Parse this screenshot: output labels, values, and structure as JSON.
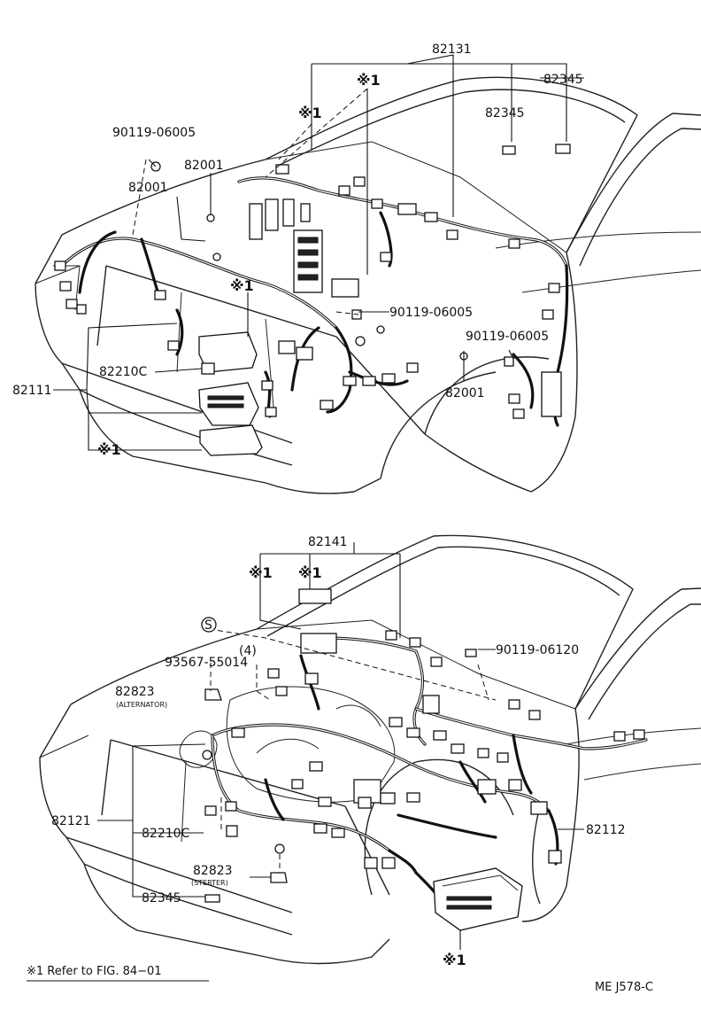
{
  "top": {
    "labels": {
      "l82131": "82131",
      "l82345a": "82345",
      "l82345b": "82345",
      "lref1": "※1",
      "lref2": "※1",
      "lref3": "※1",
      "lref4": "※1",
      "l9011906005a": "90119-06005",
      "l82001a": "82001",
      "l82001b": "82001",
      "l9011906005b": "90119-06005",
      "l9011906005c": "90119-06005",
      "l82001c": "82001",
      "l82210c": "82210C",
      "l82111": "82111"
    }
  },
  "bottom": {
    "labels": {
      "l82141": "82141",
      "lref5": "※1",
      "lref6": "※1",
      "lS": "S",
      "lfour": "(4)",
      "l9356755014": "93567-55014",
      "l9011906120": "90119-06120",
      "l82823a": "82823",
      "lalternator": "(ALTERNATOR)",
      "l82121": "82121",
      "l82210c": "82210C",
      "l82112": "82112",
      "l82823b": "82823",
      "lstarter": "(STERTER)",
      "l82345": "82345",
      "lref7": "※1"
    }
  },
  "footer": {
    "note": "※1  Refer to FIG. 84−01",
    "code": "ME J578-C"
  }
}
